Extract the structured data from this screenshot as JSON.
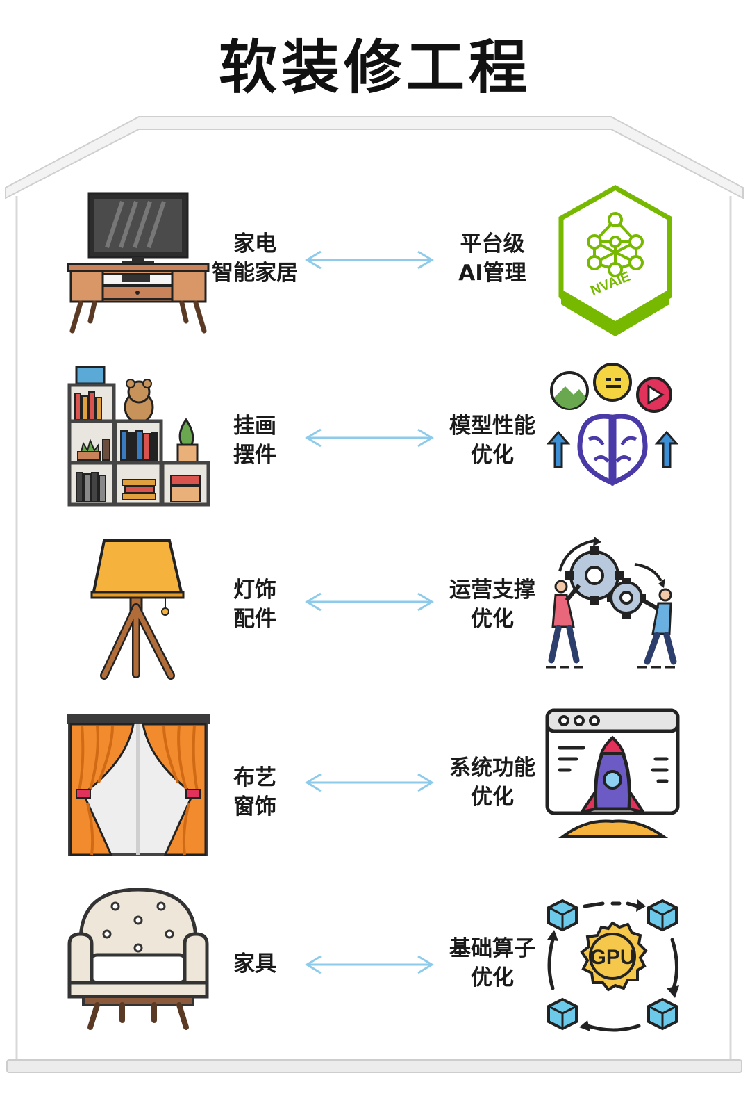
{
  "title": "软装修工程",
  "rows": [
    {
      "left": {
        "lines": [
          "家电",
          "智能家居"
        ],
        "icon": "tv-cabinet-icon"
      },
      "right": {
        "lines": [
          "平台级",
          "AI管理"
        ],
        "icon": "nvaie-cube-icon",
        "icon_text": "NVAIE"
      }
    },
    {
      "left": {
        "lines": [
          "挂画",
          "摆件"
        ],
        "icon": "bookshelf-icon"
      },
      "right": {
        "lines": [
          "模型性能",
          "优化"
        ],
        "icon": "brain-performance-icon"
      }
    },
    {
      "left": {
        "lines": [
          "灯饰",
          "配件"
        ],
        "icon": "floor-lamp-icon"
      },
      "right": {
        "lines": [
          "运营支撑",
          "优化"
        ],
        "icon": "teamwork-gears-icon"
      }
    },
    {
      "left": {
        "lines": [
          "布艺",
          "窗饰"
        ],
        "icon": "curtains-icon"
      },
      "right": {
        "lines": [
          "系统功能",
          "优化"
        ],
        "icon": "rocket-browser-icon"
      }
    },
    {
      "left": {
        "lines": [
          "家具"
        ],
        "icon": "armchair-icon"
      },
      "right": {
        "lines": [
          "基础算子",
          "优化"
        ],
        "icon": "gpu-cycle-icon",
        "icon_text": "GPU"
      }
    }
  ],
  "colors": {
    "arrow": "#8ecbea",
    "nvidia_green": "#76b900",
    "frame": "#d8d8d8"
  }
}
